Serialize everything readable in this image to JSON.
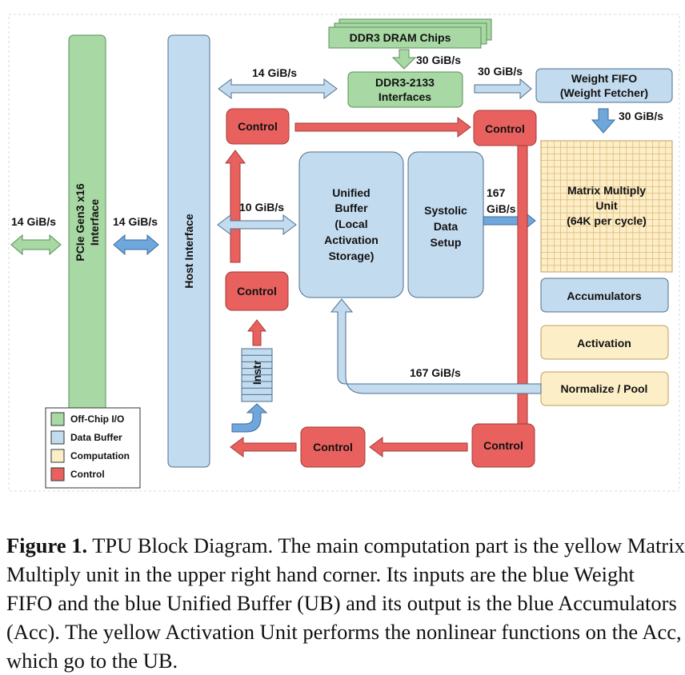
{
  "diagram": {
    "blocks": {
      "dram_chips": "DDR3 DRAM Chips",
      "ddr3_interfaces": [
        "DDR3-2133",
        "Interfaces"
      ],
      "weight_fifo": [
        "Weight FIFO",
        "(Weight Fetcher)"
      ],
      "pcie": [
        "PCIe Gen3 x16",
        "Interface"
      ],
      "host": "Host Interface",
      "control_top_left": "Control",
      "control_top_right": "Control",
      "control_mid_left": "Control",
      "control_bottom_mid": "Control",
      "control_bottom_right": "Control",
      "unified_buffer": [
        "Unified",
        "Buffer",
        "(Local",
        "Activation",
        "Storage)"
      ],
      "systolic": [
        "Systolic",
        "Data",
        "Setup"
      ],
      "mmu": [
        "Matrix Multiply",
        "Unit",
        "(64K per cycle)"
      ],
      "accumulators": "Accumulators",
      "activation": "Activation",
      "normalize": "Normalize / Pool",
      "instr": "Instr"
    },
    "bandwidths": {
      "dram_to_iface": "30 GiB/s",
      "iface_to_fifo": "30 GiB/s",
      "fifo_to_mmu": "30 GiB/s",
      "host_to_iface": "14 GiB/s",
      "offchip": "14 GiB/s",
      "pcie_host": "14 GiB/s",
      "host_ub": "10 GiB/s",
      "systolic_mmu": [
        "167",
        "GiB/s"
      ],
      "return_ub": "167 GiB/s"
    },
    "legend": [
      {
        "label": "Off-Chip I/O",
        "color": "#a8d8a4"
      },
      {
        "label": "Data Buffer",
        "color": "#c3dbee"
      },
      {
        "label": "Computation",
        "color": "#fcefc8"
      },
      {
        "label": "Control",
        "color": "#e8615e"
      }
    ],
    "colors": {
      "offchip": "#a8d8a4",
      "buffer": "#c3dbee",
      "compute": "#fcefc8",
      "control": "#e8615e",
      "grid_bg": "#fcefc8",
      "grid_line": "#e6c28a"
    }
  },
  "caption": {
    "label": "Figure 1.",
    "text": " TPU Block Diagram. The main computation part is the yellow Matrix Multiply unit in the upper right hand corner. Its inputs are the blue Weight FIFO and the blue Unified Buffer (UB) and its output is the blue Accumulators (Acc). The yellow Activation Unit performs the nonlinear functions on the Acc, which go to the UB."
  }
}
